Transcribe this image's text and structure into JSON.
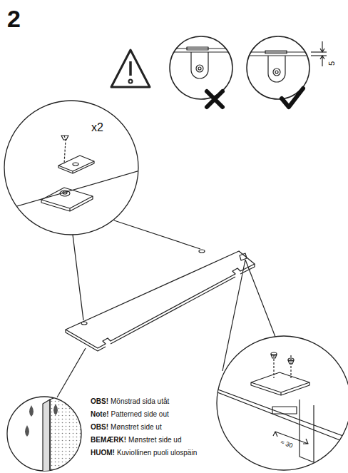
{
  "diagram": {
    "title": "2",
    "labels": [
      "x2",
      "5",
      "≈ 30",
      "OBS!",
      "Mönstrad sida utåt",
      "Note!",
      "Patterned side out",
      "OBS!",
      "Mønstret side ut",
      "BEMÆRK!",
      "Mønstret side ud",
      "HUOM!",
      "Kuviollinen puoli ulospäin"
    ]
  }
}
